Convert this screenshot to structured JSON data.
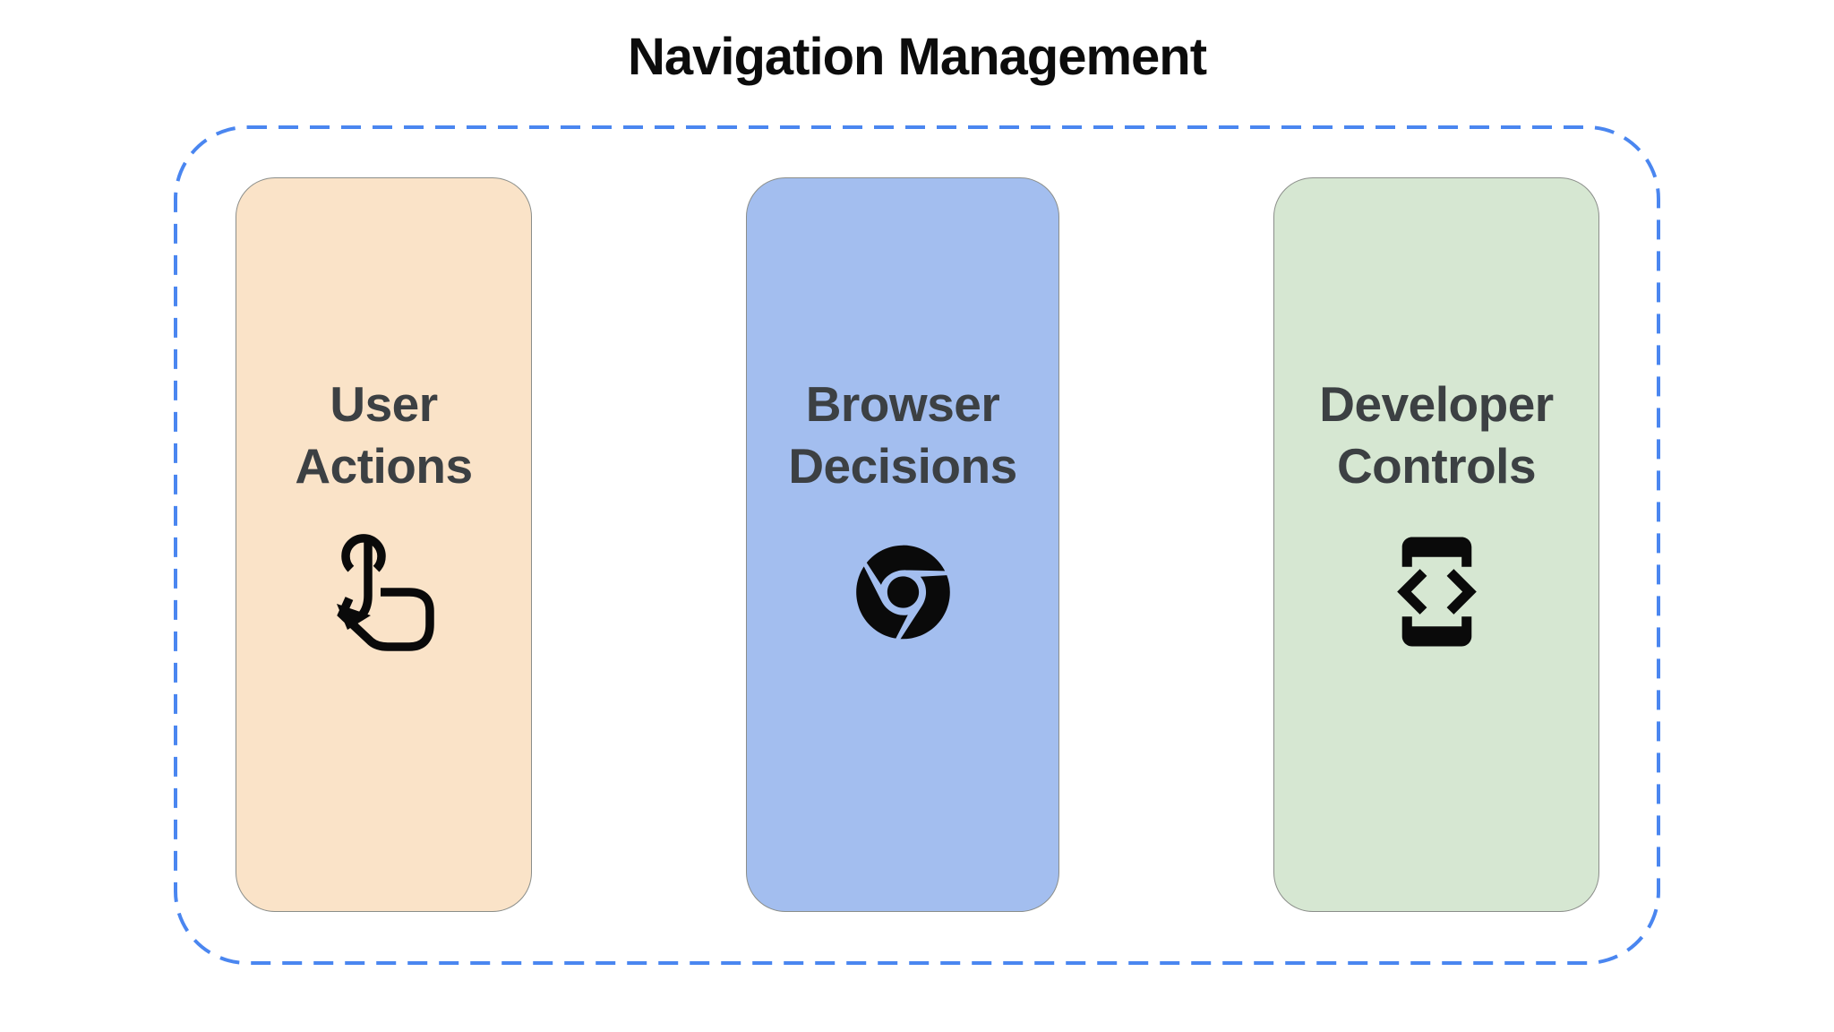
{
  "title": "Navigation Management",
  "colors": {
    "background": "#ffffff",
    "dashed_border": "#4a86f0",
    "card_border": "#8b8e8a",
    "title_text": "#0c0c0c",
    "label_text": "#3c4043",
    "icon": "#0a0a0a",
    "user_actions_bg": "#fae3c8",
    "browser_decisions_bg": "#a3beef",
    "developer_controls_bg": "#d6e7d2"
  },
  "boundary": {
    "style": "dashed",
    "shape": "rounded-rectangle"
  },
  "cards": [
    {
      "id": "user-actions",
      "lines": [
        "User",
        "Actions"
      ],
      "label": "User Actions",
      "icon": "tap-gesture-icon",
      "bg": "#fae3c8"
    },
    {
      "id": "browser-decisions",
      "lines": [
        "Browser",
        "Decisions"
      ],
      "label": "Browser Decisions",
      "icon": "chrome-icon",
      "bg": "#a3beef"
    },
    {
      "id": "developer-controls",
      "lines": [
        "Developer",
        "Controls"
      ],
      "label": "Developer Controls",
      "icon": "developer-mode-icon",
      "bg": "#d6e7d2"
    }
  ]
}
